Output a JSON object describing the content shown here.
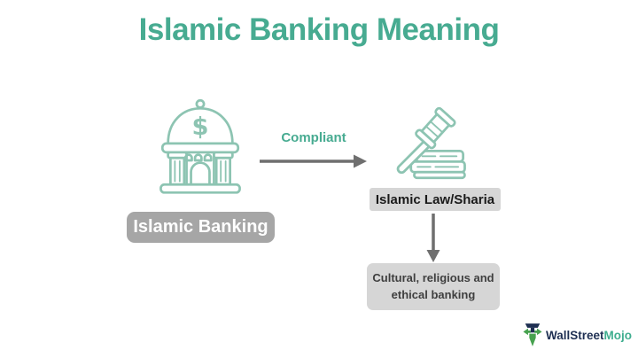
{
  "title": "Islamic Banking Meaning",
  "diagram": {
    "bank_icon_dollar": "$",
    "source_label": "Islamic Banking",
    "arrow_label": "Compliant",
    "law_label": "Islamic Law/Sharia",
    "result_label": "Cultural, religious and ethical banking"
  },
  "footer": {
    "brand_first": "WallStreet",
    "brand_second": "Mojo"
  },
  "colors": {
    "background": "#ffffff",
    "title_color": "#47ab91",
    "compliant_color": "#47ab91",
    "icon_stroke": "#8dc4b2",
    "arrow_color": "#6f6f6f",
    "source_box_bg": "#a6a6a6",
    "source_box_text": "#ffffff",
    "light_box_bg": "#d6d6d6",
    "law_text": "#1a1a1a",
    "result_text": "#3f3f3f",
    "logo_navy": "#1e2f52",
    "logo_green": "#47a24f",
    "mojo_color": "#3fae8f"
  }
}
